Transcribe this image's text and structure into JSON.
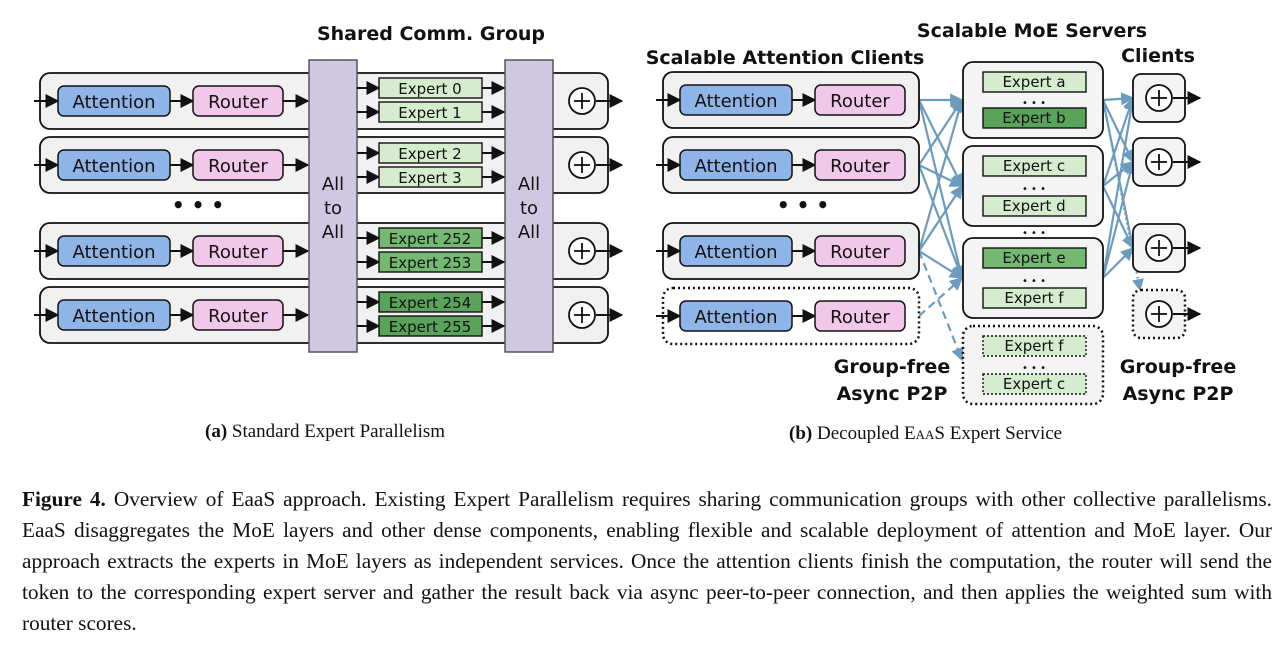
{
  "panel_a": {
    "title": "Shared Comm. Group",
    "attention_label": "Attention",
    "router_label": "Router",
    "alltoall_lines": [
      "All",
      "to",
      "All"
    ],
    "ellipsis": "• • •",
    "experts": [
      "Expert 0",
      "Expert 1",
      "Expert 2",
      "Expert 3",
      "Expert 252",
      "Expert 253",
      "Expert 254",
      "Expert 255"
    ],
    "caption_label": "(a)",
    "caption_text": "Standard Expert Parallelism"
  },
  "panel_b": {
    "clients_title": "Scalable Attention Clients",
    "servers_title": "Scalable MoE Servers",
    "right_title": "Clients",
    "attention_label": "Attention",
    "router_label": "Router",
    "ellipsis": "• • •",
    "server_experts": [
      [
        "Expert a",
        "Expert b"
      ],
      [
        "Expert c",
        "Expert d"
      ],
      [
        "Expert e",
        "Expert f"
      ],
      [
        "Expert f",
        "Expert c"
      ]
    ],
    "dots": "• • •",
    "group_free_left": [
      "Group-free",
      "Async P2P"
    ],
    "group_free_right": [
      "Group-free",
      "Async P2P"
    ],
    "caption_label": "(b)",
    "caption_prefix": "Decoupled",
    "caption_sc": "EaaS",
    "caption_suffix": "Expert Service"
  },
  "caption": {
    "label": "Figure 4.",
    "text": "Overview of EaaS approach. Existing Expert Parallelism requires sharing communication groups with other collective parallelisms. EaaS disaggregates the MoE layers and other dense components, enabling flexible and scalable deployment of attention and MoE layer. Our approach extracts the experts in MoE layers as independent services. Once the attention clients finish the computation, the router will send the token to the corresponding expert server and gather the result back via async peer-to-peer connection, and then applies the weighted sum with router scores."
  },
  "colors": {
    "attention": "#8fb4e8",
    "router": "#f2c8ea",
    "alltoall": "#d0c8e2",
    "expert_light": "#d6ecce",
    "expert_dark": "#6cb36a",
    "row_bg": "#f1f1f1",
    "link": "#6b9bbd"
  }
}
